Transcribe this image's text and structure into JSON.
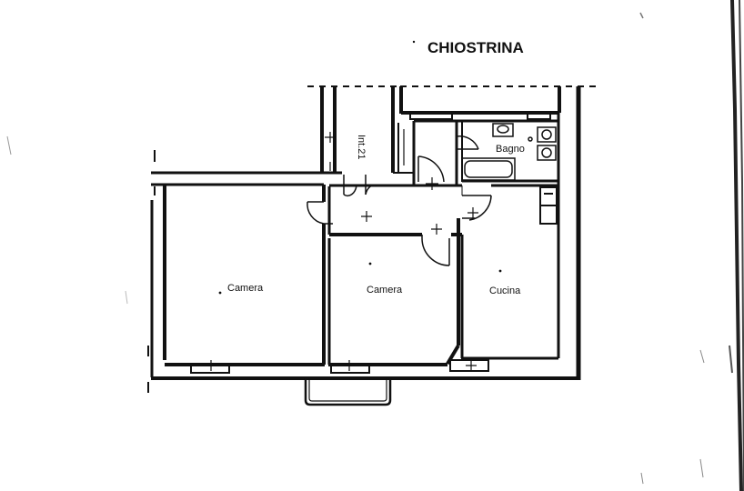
{
  "plan": {
    "title": "CHIOSTRINA",
    "unit_label": "Int.21",
    "rooms": {
      "camera_left": "Camera",
      "camera_center": "Camera",
      "cucina": "Cucina",
      "bagno": "Bagno"
    },
    "colors": {
      "wall": "#111111",
      "paper": "#ffffff",
      "scan_edge": "#222222"
    }
  }
}
